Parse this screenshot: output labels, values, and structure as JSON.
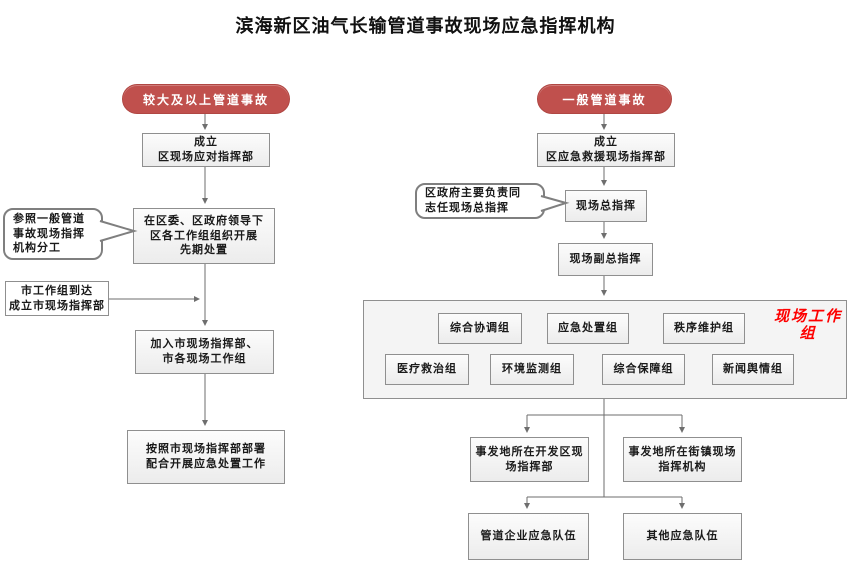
{
  "title": "滨海新区油气长输管道事故现场应急指挥机构",
  "colors": {
    "pill_bg": "#c0504d",
    "pill_text": "#ffffff",
    "box_bg": "#f2f2f2",
    "box_border": "#8f8f8f",
    "connector": "#6e6e6e",
    "workgroup_label_red": "#fe0000"
  },
  "left": {
    "event": "较大及以上管道事故",
    "setup": "成立\n区现场应对指挥部",
    "early_response": "在区委、区政府领导下\n区各工作组组织开展\n先期处置",
    "callout": "参照一般管道\n事故现场指挥\n机构分工",
    "city_arrival": "市工作组到达\n成立市现场指挥部",
    "join_city": "加入市现场指挥部、\n市各现场工作组",
    "follow_city": "按照市现场指挥部部署\n配合开展应急处置工作"
  },
  "right": {
    "event": "一般管道事故",
    "setup": "成立\n区应急救援现场指挥部",
    "callout": "区政府主要负责同\n志任现场总指挥",
    "chief": "现场总指挥",
    "deputy_chief": "现场副总指挥",
    "workgroup_label": "现场工作组",
    "groups_row1": [
      "综合协调组",
      "应急处置组",
      "秩序维护组"
    ],
    "groups_row2": [
      "医疗救治组",
      "环境监测组",
      "综合保障组",
      "新闻舆情组"
    ],
    "hq_dev_zone": "事发地所在开发区现\n场指挥部",
    "hq_street": "事发地所在街镇现场\n指挥机构",
    "team_pipeline": "管道企业应急队伍",
    "team_other": "其他应急队伍"
  }
}
